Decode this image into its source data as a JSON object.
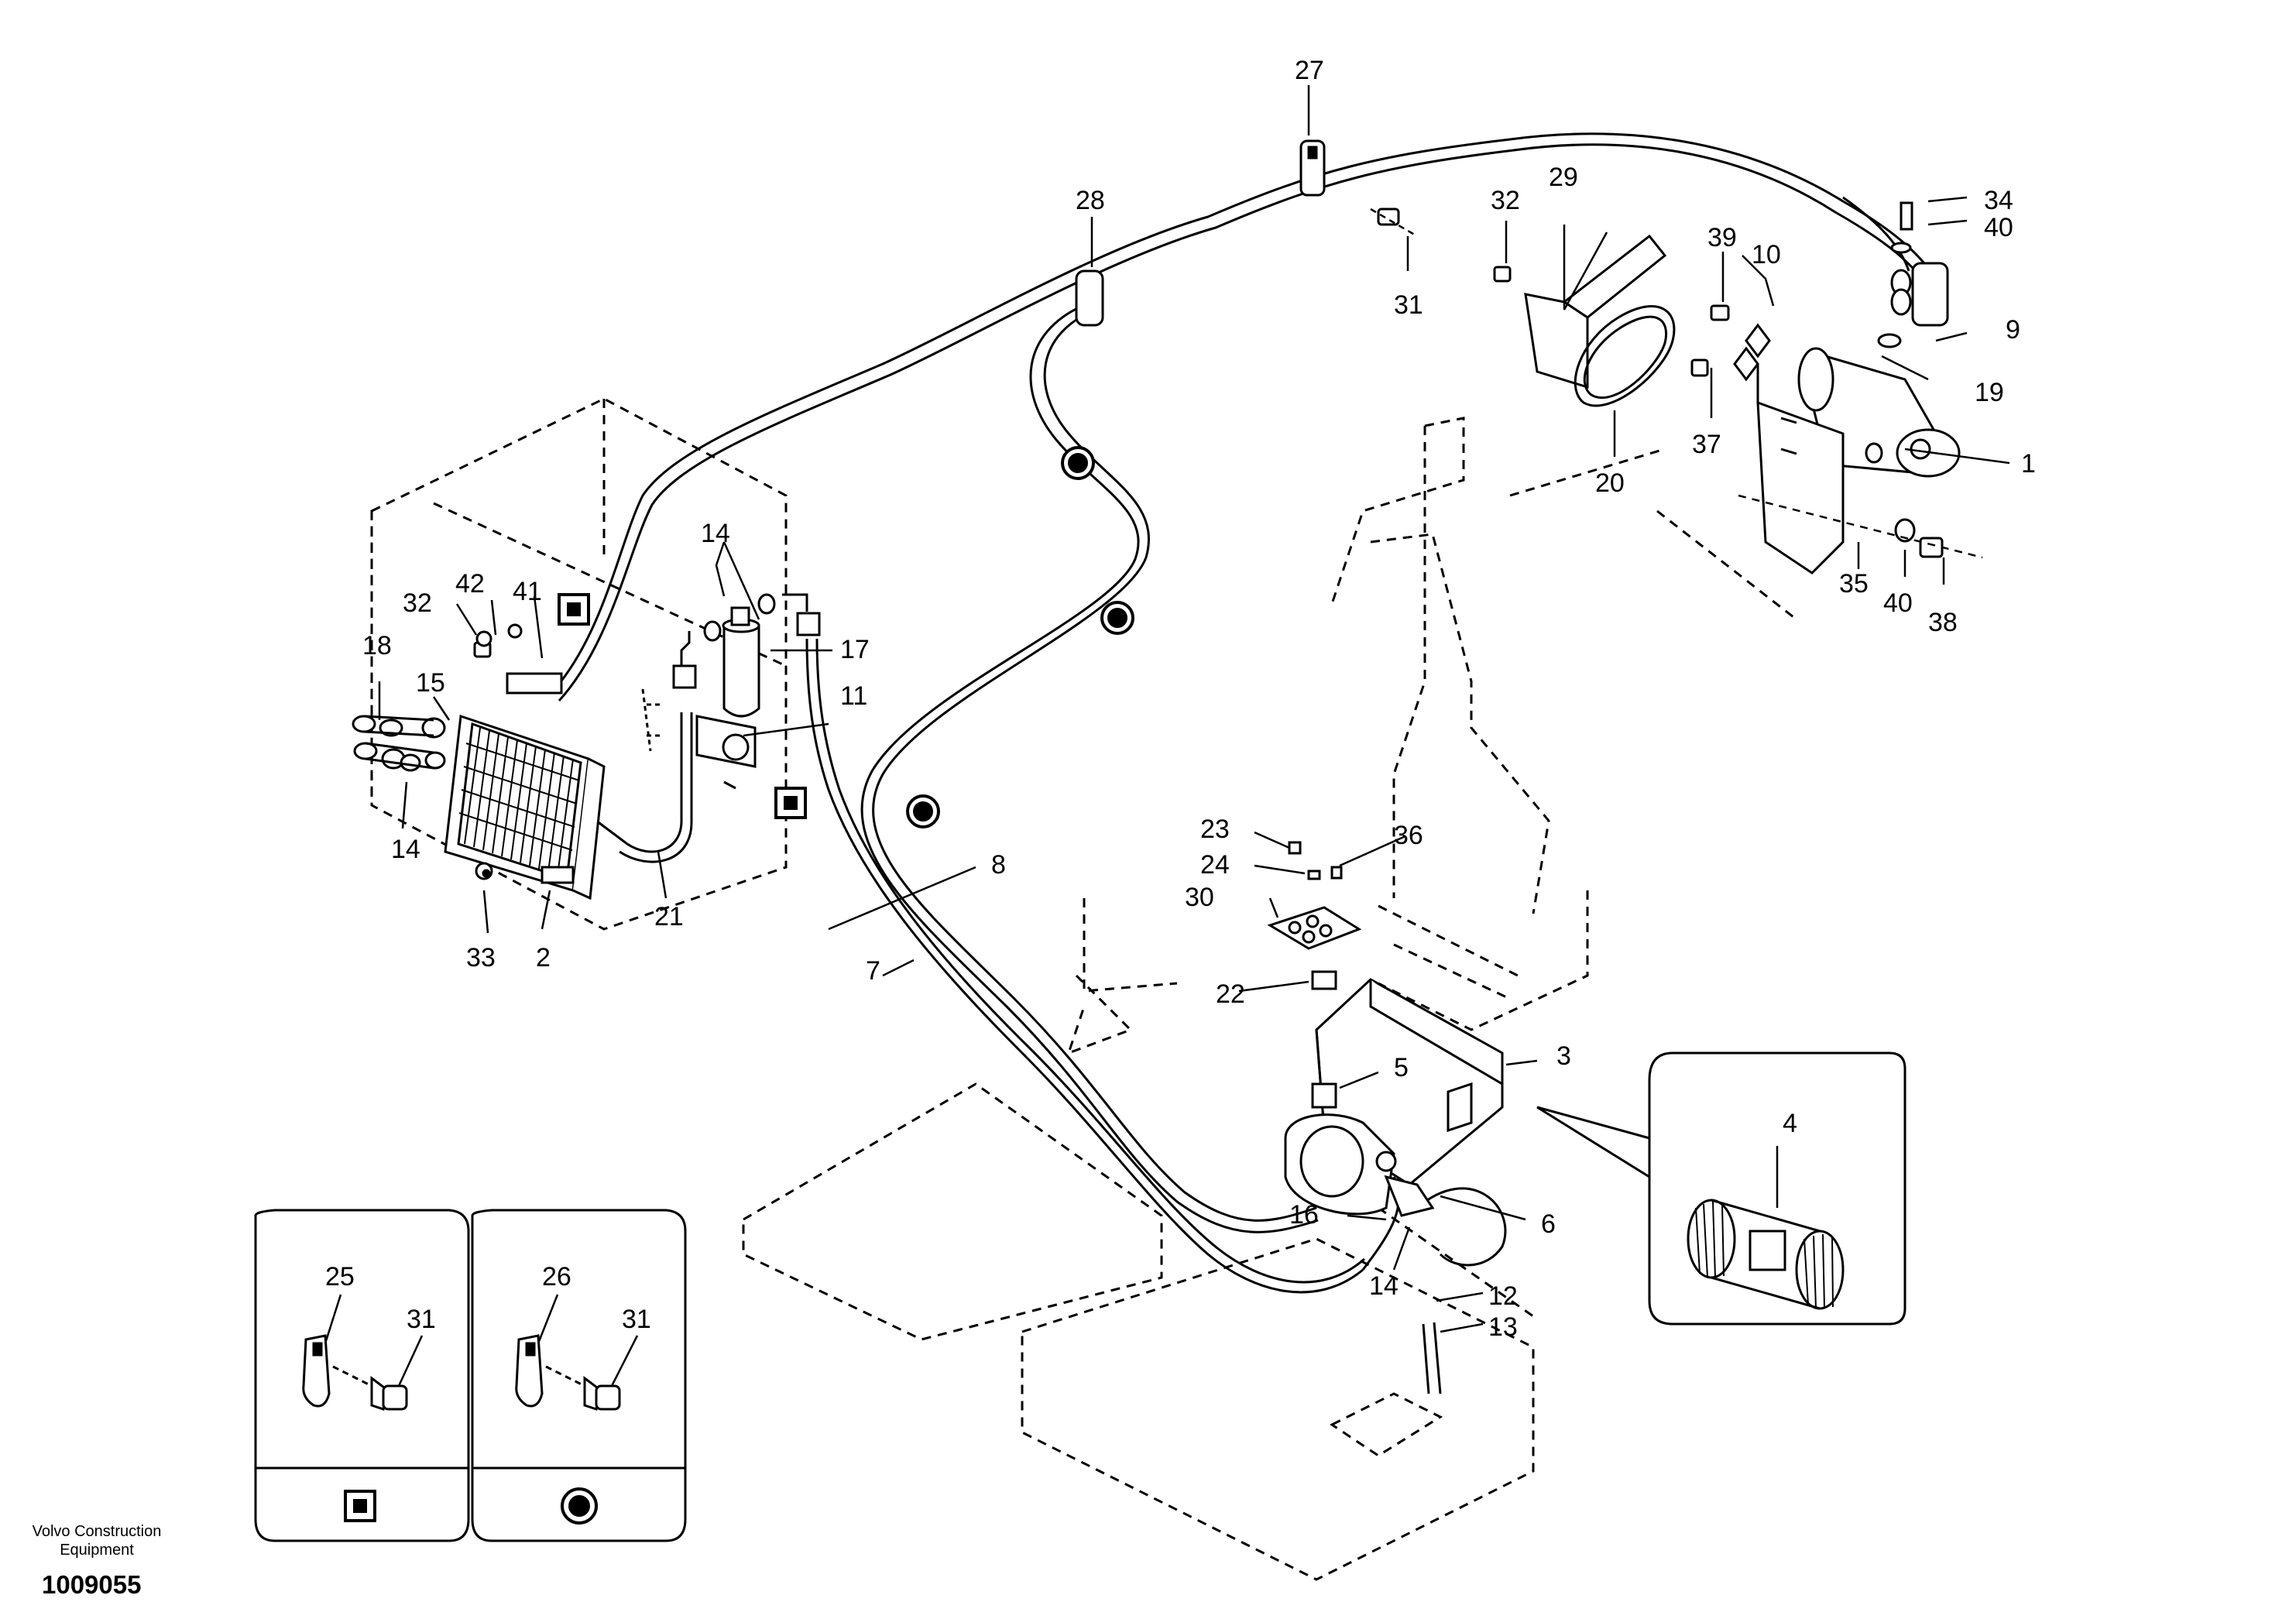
{
  "document": {
    "brand_line_1": "Volvo Construction",
    "brand_line_2": "Equipment",
    "drawing_number": "1009055"
  },
  "callouts": {
    "c1": "1",
    "c2": "2",
    "c3": "3",
    "c4": "4",
    "c5": "5",
    "c6": "6",
    "c7": "7",
    "c8": "8",
    "c9": "9",
    "c10": "10",
    "c11": "11",
    "c12": "12",
    "c13": "13",
    "c14a": "14",
    "c14b": "14",
    "c14c": "14",
    "c15": "15",
    "c16": "16",
    "c17": "17",
    "c18": "18",
    "c19": "19",
    "c20": "20",
    "c21": "21",
    "c22": "22",
    "c23": "23",
    "c24": "24",
    "c25": "25",
    "c26": "26",
    "c27": "27",
    "c28": "28",
    "c29": "29",
    "c30": "30",
    "c31a": "31",
    "c31b": "31",
    "c31c": "31",
    "c32a": "32",
    "c32b": "32",
    "c33": "33",
    "c34": "34",
    "c35": "35",
    "c36": "36",
    "c37": "37",
    "c38": "38",
    "c39": "39",
    "c40a": "40",
    "c40b": "40",
    "c41": "41",
    "c42": "42"
  },
  "legend": {
    "left_box_symbol": "square-marker-icon",
    "right_box_symbol": "circle-marker-icon"
  }
}
